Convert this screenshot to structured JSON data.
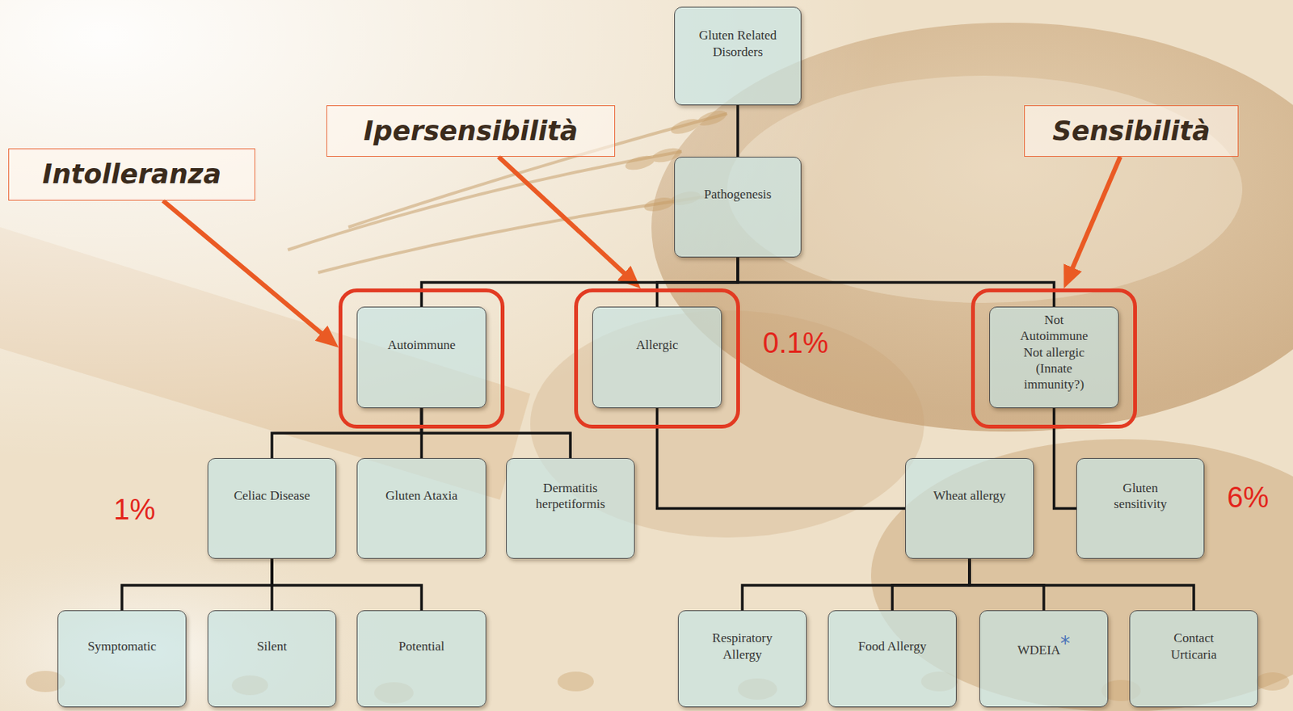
{
  "diagram": {
    "nodes": [
      {
        "text": [
          "Gluten Related Disorders"
        ]
      },
      {
        "text": [
          "Ipersensibilità"
        ]
      },
      {
        "text": [
          "Sensibilità"
        ]
      },
      {
        "text": [
          "Intolleranza"
        ]
      },
      {
        "text": [
          "Pathogenesis"
        ]
      },
      {
        "text": [
          "Autoimmune"
        ]
      },
      {
        "text": [
          "Allergic"
        ]
      },
      {
        "text": [
          "Not Autoimmune Not allergic (Innate immunity?)"
        ]
      },
      {
        "text": [
          "Celiac Disease"
        ]
      },
      {
        "text": [
          "Gluten Ataxia"
        ]
      },
      {
        "text": [
          "Dermatitis herpetiformis"
        ]
      },
      {
        "text": [
          "Wheat allergy"
        ]
      },
      {
        "text": [
          "Gluten sensitivity"
        ]
      },
      {
        "text": [
          "Symptomatic"
        ]
      },
      {
        "text": [
          "Silent"
        ]
      },
      {
        "text": [
          "Potential"
        ]
      },
      {
        "text": [
          "Respiratory Allergy"
        ]
      },
      {
        "text": [
          "Food Allergy"
        ]
      },
      {
        "text": [
          "WDEIA",
          "*"
        ]
      },
      {
        "text": [
          "Contact Urticaria"
        ]
      }
    ],
    "edges": [
      {
        "from": 0,
        "to": 4,
        "arrow": "none"
      },
      {
        "from": 3,
        "to": 5,
        "arrow": "to"
      },
      {
        "from": 1,
        "to": 6,
        "arrow": "to"
      },
      {
        "from": 2,
        "to": 7,
        "arrow": "to"
      },
      {
        "from": 4,
        "to": 5,
        "arrow": "none"
      },
      {
        "from": 4,
        "to": 6,
        "arrow": "none"
      },
      {
        "from": 4,
        "to": 7,
        "arrow": "none"
      },
      {
        "from": 5,
        "to": 8,
        "arrow": "none"
      },
      {
        "from": 5,
        "to": 9,
        "arrow": "none"
      },
      {
        "from": 5,
        "to": 10,
        "arrow": "none"
      },
      {
        "from": 6,
        "to": 11,
        "arrow": "none"
      },
      {
        "from": 7,
        "to": 12,
        "arrow": "none"
      },
      {
        "from": 8,
        "to": 13,
        "arrow": "none"
      },
      {
        "from": 8,
        "to": 14,
        "arrow": "none"
      },
      {
        "from": 8,
        "to": 15,
        "arrow": "none"
      },
      {
        "from": 11,
        "to": 16,
        "arrow": "none"
      },
      {
        "from": 11,
        "to": 17,
        "arrow": "none"
      },
      {
        "from": 11,
        "to": 18,
        "arrow": "none"
      },
      {
        "from": 11,
        "to": 19,
        "arrow": "none"
      }
    ],
    "labels": [
      "0.1%",
      "1%",
      "6%"
    ]
  }
}
